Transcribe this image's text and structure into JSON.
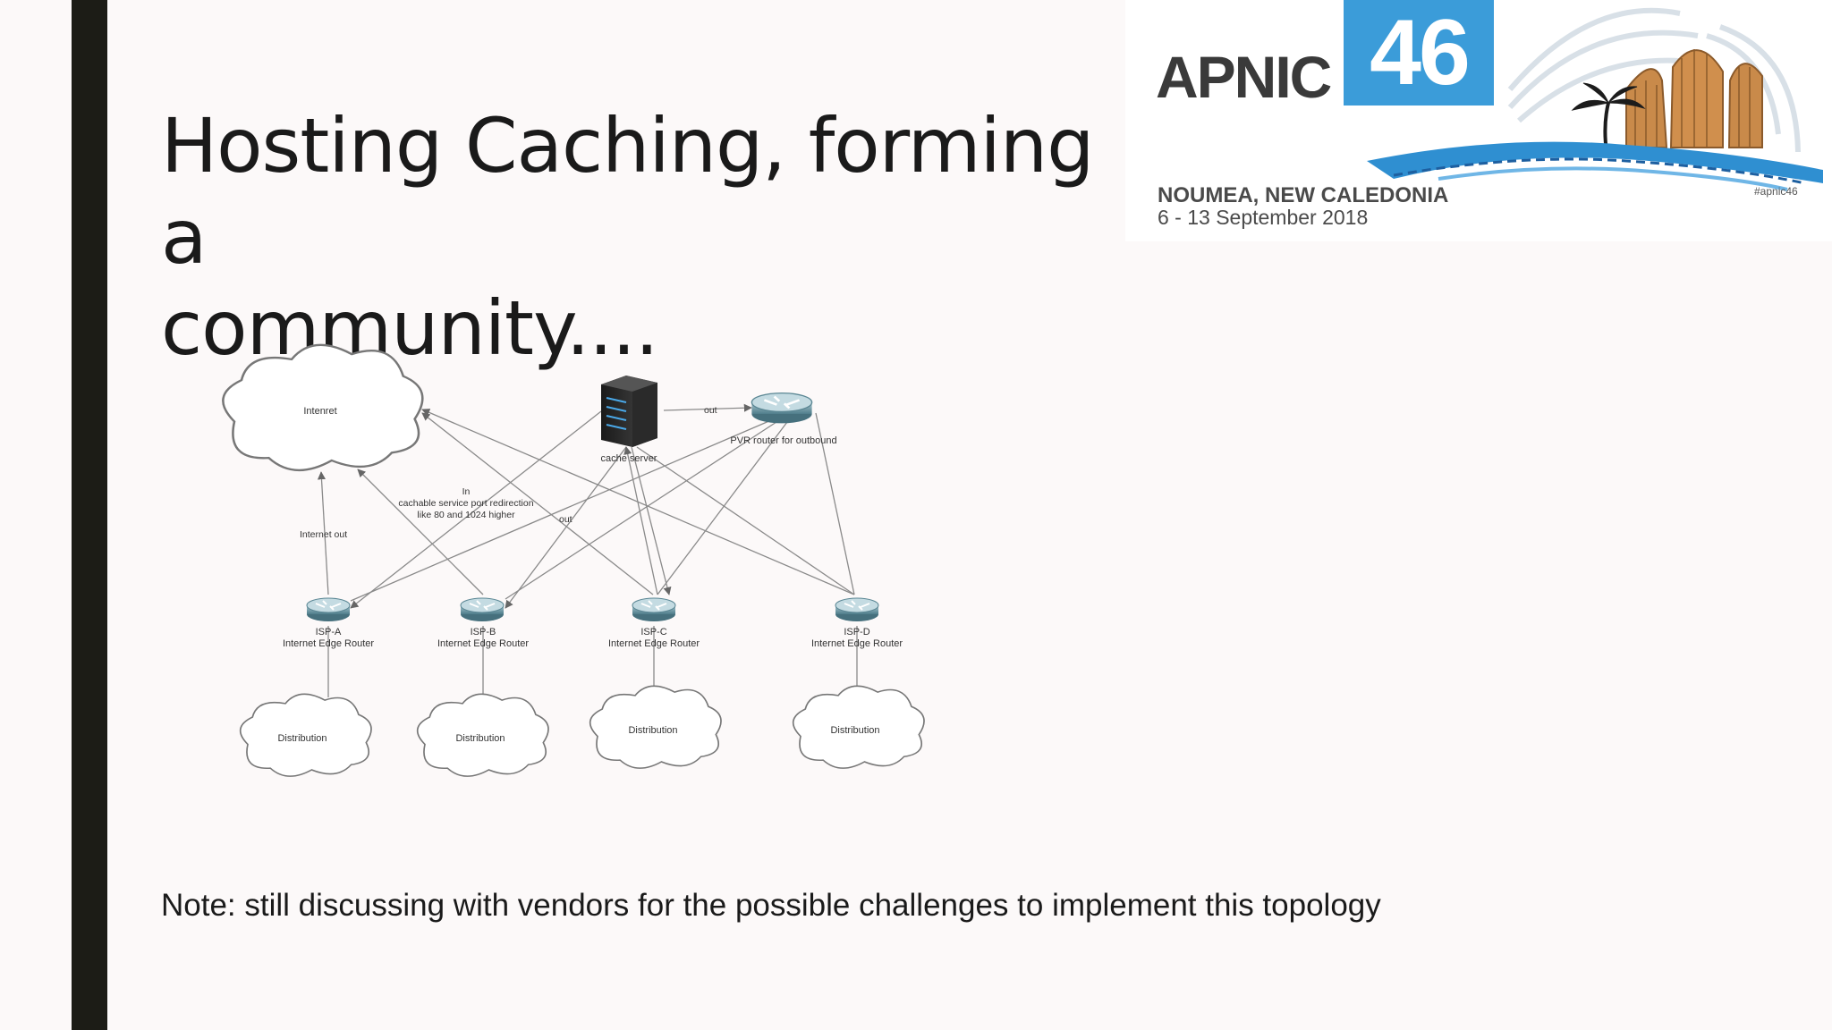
{
  "slide": {
    "title_line1": "Hosting Caching, forming a",
    "title_line2": "community....",
    "note": "Note: still discussing with vendors for the possible challenges to implement this topology"
  },
  "logo": {
    "brand": "APNIC",
    "number": "46",
    "location": "NOUMEA, NEW CALEDONIA",
    "dates": "6 - 13 September 2018",
    "hashtag": "#apnic46",
    "colors": {
      "number_bg": "#3b9cd9",
      "wave": "#2f8fd1"
    }
  },
  "diagram": {
    "internet_cloud": "Intenret",
    "cache_server": "cache server",
    "pvr_router": "PVR router for outbound",
    "edge_label_out_top": "out",
    "edge_label_internet_out": "Internet out",
    "edge_label_in": "In",
    "edge_label_redirect_1": "cachable service port redirection",
    "edge_label_redirect_2": "like 80 and 1024 higher",
    "edge_label_out_mid": "out",
    "routers": [
      {
        "name": "ISP-A",
        "role": "Internet Edge Router"
      },
      {
        "name": "ISP-B",
        "role": "Internet Edge Router"
      },
      {
        "name": "ISP-C",
        "role": "Internet Edge Router"
      },
      {
        "name": "ISP-D",
        "role": "Internet Edge Router"
      }
    ],
    "distribution_clouds": [
      "Distribution",
      "Distribution",
      "Distribution",
      "Distribution"
    ]
  }
}
